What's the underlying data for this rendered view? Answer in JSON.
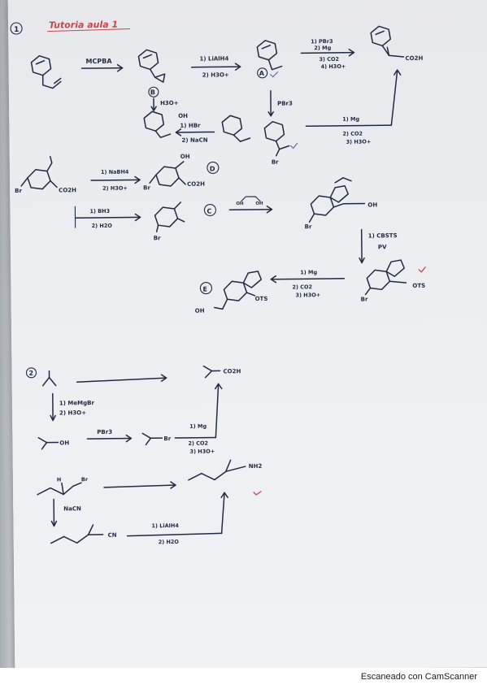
{
  "header": {
    "title": "Tutoria aula 1"
  },
  "problem1": {
    "number": "1",
    "row1": {
      "reagent_mcpba": "MCPBA",
      "reagents_b": [
        "1) LiAlH4",
        "2) H3O+"
      ],
      "label_a": "A",
      "reagents_c": [
        "1) PBr3",
        "2) Mg",
        "3) CO2",
        "4) H3O+"
      ],
      "product_acid": "CO2H"
    },
    "row2": {
      "label_b": "B",
      "step_h3o": "H3O+",
      "oh": "OH",
      "reagents_hbr": [
        "1) HBr",
        "2) NaCN"
      ],
      "step_pbr3": "PBr3",
      "br": "Br",
      "reagents_mg": [
        "1) Mg",
        "2) CO2",
        "3) H3O+"
      ]
    },
    "row3": {
      "br": "Br",
      "co2h": "CO2H",
      "reagents_nabh4": [
        "1) NaBH4",
        "2) H3O+"
      ],
      "oh": "OH",
      "label_d": "D"
    },
    "row4": {
      "reagents_bh3": [
        "1) BH3",
        "2) H2O"
      ],
      "br": "Br",
      "label_c": "C",
      "diol": [
        "OH",
        "OH"
      ],
      "oh": "OH"
    },
    "row5": {
      "reagents_tbs": [
        "1) CBSTS",
        "PV"
      ],
      "label_e": "E",
      "reagents_mg": [
        "1) Mg",
        "2) CO2",
        "3) H3O+"
      ],
      "ots": "OTS",
      "oh": "OH",
      "br": "Br"
    }
  },
  "problem2": {
    "number": "2",
    "product_acid": "CO2H",
    "reagents_grignard": [
      "1) MeMgBr",
      "2) H3O+"
    ],
    "oh": "OH",
    "pbr3": "PBr3",
    "br": "Br",
    "reagents_co2": [
      "1) Mg",
      "2) CO2",
      "3) H3O+"
    ],
    "h": "H",
    "br2": "Br",
    "nh2": "NH2",
    "nacn": "NaCN",
    "cn": "CN",
    "reagents_lialh4": [
      "1) LiAlH4",
      "2) H2O"
    ]
  },
  "footer": {
    "watermark": "Escaneado con CamScanner"
  },
  "colors": {
    "ink": "#1f2a44",
    "red_ink": "#c4474a",
    "paper": "#eceef1"
  }
}
